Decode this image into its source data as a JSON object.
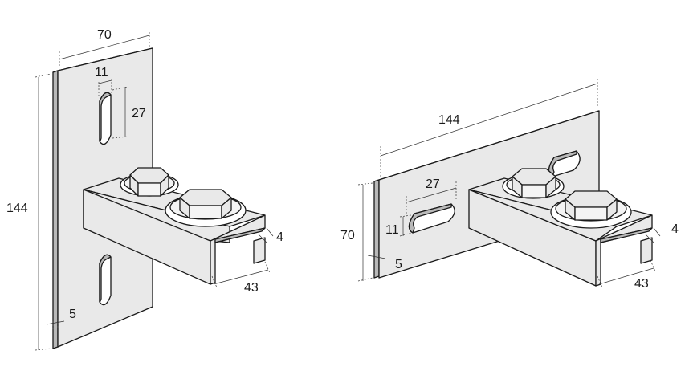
{
  "left_view": {
    "dims": {
      "plate_width": "70",
      "slot_width": "11",
      "slot_length": "27",
      "plate_height": "144",
      "plate_thickness": "5",
      "channel_thickness": "4",
      "channel_depth": "43"
    }
  },
  "right_view": {
    "dims": {
      "plate_length": "144",
      "slot_length": "27",
      "plate_height": "70",
      "slot_width": "11",
      "plate_thickness": "5",
      "channel_thickness": "4",
      "channel_depth": "43"
    }
  }
}
